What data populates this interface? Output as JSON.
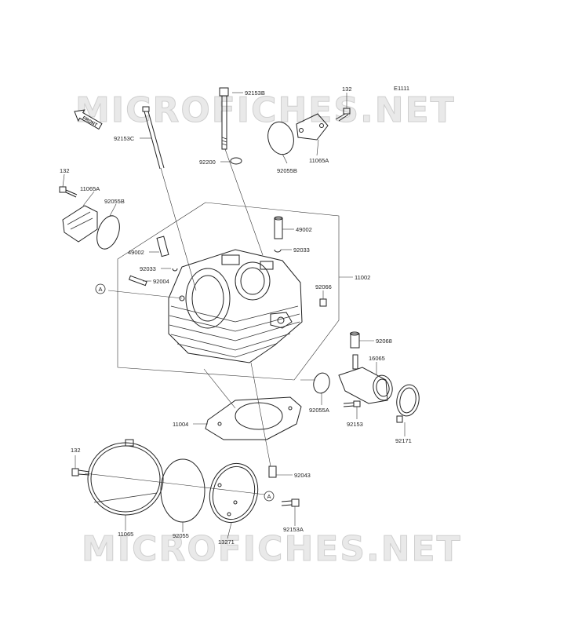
{
  "diagram": {
    "ref_code": "E1111",
    "front_label": "FRONT",
    "watermark": "MICROFICHES.NET",
    "ref_marker": "A",
    "parts": {
      "p132_top": "132",
      "p132_left": "132",
      "p132_bottom": "132",
      "p92153B": "92153B",
      "p92153C": "92153C",
      "p92200": "92200",
      "p92055B_top": "92055B",
      "p92055B_left": "92055B",
      "p11065A_top": "11065A",
      "p11065A_left": "11065A",
      "p49002_right": "49002",
      "p49002_left": "49002",
      "p92033_right": "92033",
      "p92033_left": "92033",
      "p92004": "92004",
      "p92066": "92066",
      "p11002": "11002",
      "p92068": "92068",
      "p16065": "16065",
      "p92055A": "92055A",
      "p92153": "92153",
      "p92171": "92171",
      "p11004": "11004",
      "p92043": "92043",
      "p11065": "11065",
      "p92055": "92055",
      "p13271": "13271",
      "p92153A": "92153A"
    }
  }
}
